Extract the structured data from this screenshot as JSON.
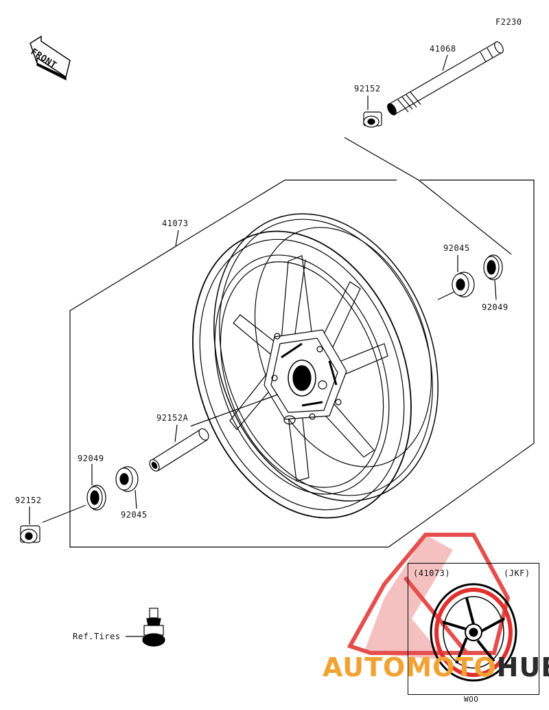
{
  "figure_code": "F2230",
  "front_label": "FRONT",
  "parts": {
    "axle": "41068",
    "collar_top": "92152",
    "wheel": "41073",
    "bearing_right": "92045",
    "seal_right": "92049",
    "distance_collar": "92152A",
    "seal_left": "92049",
    "collar_left": "92152",
    "bearing_left": "92045"
  },
  "valve_ref": "Ref.Tires",
  "inset": {
    "part_ref": "(41073)",
    "variant": "(JKF)",
    "footer": "WOO"
  },
  "watermark": {
    "part1": "AUTOMOTO",
    "part2": "HUB",
    "color1": "#f2a233",
    "color2": "#2b2b2b",
    "logo_color": "#e0312f"
  }
}
